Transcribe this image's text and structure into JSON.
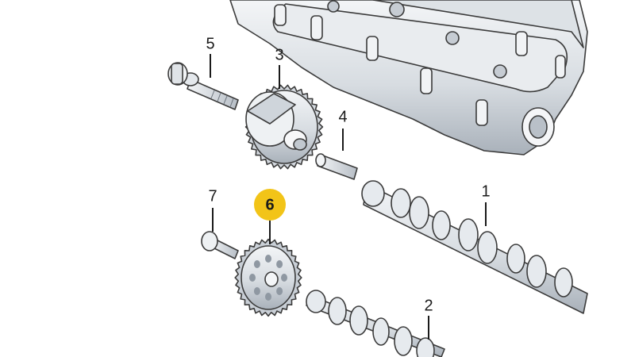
{
  "callouts": {
    "p1": "1",
    "p2": "2",
    "p3": "3",
    "p4": "4",
    "p5": "5",
    "p6": "6",
    "p7": "7"
  },
  "highlighted_part": "6",
  "colors": {
    "highlight": "#f2c418",
    "part_light": "#eceff2",
    "part_mid": "#d3d8de",
    "part_dark": "#9aa3ad",
    "outline": "#3b3b3b"
  }
}
